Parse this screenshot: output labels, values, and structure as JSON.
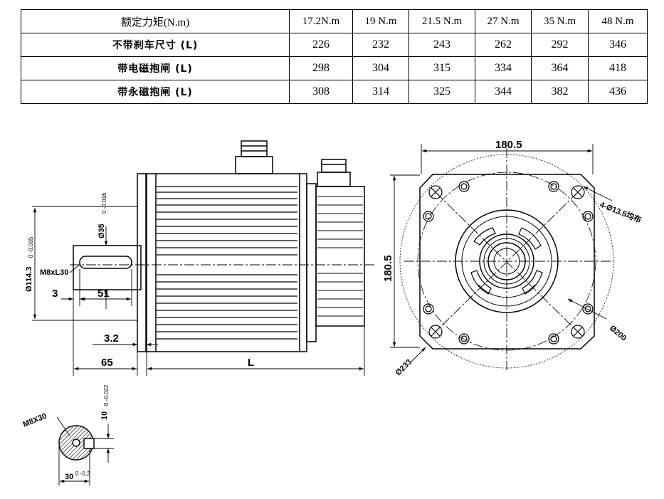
{
  "table": {
    "header_label": "额定力矩(N.m)",
    "header_values": [
      "17.2N.m",
      "19 N.m",
      "21.5 N.m",
      "27 N.m",
      "35 N.m",
      "48 N.m"
    ],
    "rows": [
      {
        "label": "不带刹车尺寸 (L)",
        "values": [
          "226",
          "232",
          "243",
          "262",
          "292",
          "346"
        ]
      },
      {
        "label": "带电磁抱闸  (L)",
        "values": [
          "298",
          "304",
          "315",
          "334",
          "364",
          "418"
        ]
      },
      {
        "label": "带永磁抱闸  (L)",
        "values": [
          "308",
          "314",
          "325",
          "344",
          "382",
          "436"
        ]
      }
    ]
  },
  "drawing": {
    "side_view": {
      "dia_shaft": "Ø35",
      "dia_shaft_tol": "0 -0.016",
      "dia_spigot": "Ø114.3",
      "dia_spigot_tol": "0 -0.035",
      "thread": "M8xL30",
      "dim_3": "3",
      "dim_51": "51",
      "dim_3_2": "3.2",
      "dim_65": "65",
      "dim_L": "L"
    },
    "front_view": {
      "width": "180.5",
      "height": "180.5",
      "holes": "4-Ø13.5均布",
      "pcd": "Ø200",
      "dia_233": "Ø233"
    },
    "section": {
      "thread": "M8X30",
      "key_width": "10",
      "key_width_tol": "0 -0.022",
      "depth": "30",
      "depth_tol": "0 -0.2"
    }
  }
}
